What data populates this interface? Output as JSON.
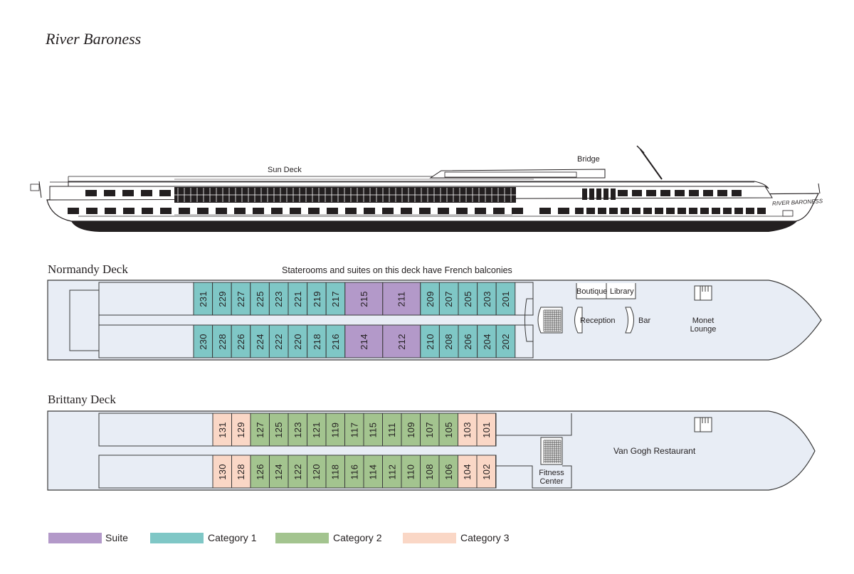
{
  "ship_name": "River Baroness",
  "profile": {
    "sun_deck_label": "Sun Deck",
    "bridge_label": "Bridge",
    "hull_name": "RIVER BARONESS"
  },
  "normandy": {
    "title": "Normandy Deck",
    "note": "Staterooms and suites on this deck have French balconies",
    "top_row": [
      {
        "num": "231",
        "cat": "category1"
      },
      {
        "num": "229",
        "cat": "category1"
      },
      {
        "num": "227",
        "cat": "category1"
      },
      {
        "num": "225",
        "cat": "category1"
      },
      {
        "num": "223",
        "cat": "category1"
      },
      {
        "num": "221",
        "cat": "category1"
      },
      {
        "num": "219",
        "cat": "category1"
      },
      {
        "num": "217",
        "cat": "category1"
      },
      {
        "num": "215",
        "cat": "suite"
      },
      {
        "num": "211",
        "cat": "suite"
      },
      {
        "num": "209",
        "cat": "category1"
      },
      {
        "num": "207",
        "cat": "category1"
      },
      {
        "num": "205",
        "cat": "category1"
      },
      {
        "num": "203",
        "cat": "category1"
      },
      {
        "num": "201",
        "cat": "category1"
      }
    ],
    "bottom_row": [
      {
        "num": "230",
        "cat": "category1"
      },
      {
        "num": "228",
        "cat": "category1"
      },
      {
        "num": "226",
        "cat": "category1"
      },
      {
        "num": "224",
        "cat": "category1"
      },
      {
        "num": "222",
        "cat": "category1"
      },
      {
        "num": "220",
        "cat": "category1"
      },
      {
        "num": "218",
        "cat": "category1"
      },
      {
        "num": "216",
        "cat": "category1"
      },
      {
        "num": "214",
        "cat": "suite"
      },
      {
        "num": "212",
        "cat": "suite"
      },
      {
        "num": "210",
        "cat": "category1"
      },
      {
        "num": "208",
        "cat": "category1"
      },
      {
        "num": "206",
        "cat": "category1"
      },
      {
        "num": "204",
        "cat": "category1"
      },
      {
        "num": "202",
        "cat": "category1"
      }
    ],
    "rooms": {
      "boutique": "Boutique",
      "library": "Library",
      "reception": "Reception",
      "bar": "Bar",
      "lounge_line1": "Monet",
      "lounge_line2": "Lounge"
    }
  },
  "brittany": {
    "title": "Brittany Deck",
    "top_row": [
      {
        "num": "131",
        "cat": "category3"
      },
      {
        "num": "129",
        "cat": "category3"
      },
      {
        "num": "127",
        "cat": "category2"
      },
      {
        "num": "125",
        "cat": "category2"
      },
      {
        "num": "123",
        "cat": "category2"
      },
      {
        "num": "121",
        "cat": "category2"
      },
      {
        "num": "119",
        "cat": "category2"
      },
      {
        "num": "117",
        "cat": "category2"
      },
      {
        "num": "115",
        "cat": "category2"
      },
      {
        "num": "111",
        "cat": "category2"
      },
      {
        "num": "109",
        "cat": "category2"
      },
      {
        "num": "107",
        "cat": "category2"
      },
      {
        "num": "105",
        "cat": "category2"
      },
      {
        "num": "103",
        "cat": "category3"
      },
      {
        "num": "101",
        "cat": "category3"
      }
    ],
    "bottom_row": [
      {
        "num": "130",
        "cat": "category3"
      },
      {
        "num": "128",
        "cat": "category3"
      },
      {
        "num": "126",
        "cat": "category2"
      },
      {
        "num": "124",
        "cat": "category2"
      },
      {
        "num": "122",
        "cat": "category2"
      },
      {
        "num": "120",
        "cat": "category2"
      },
      {
        "num": "118",
        "cat": "category2"
      },
      {
        "num": "116",
        "cat": "category2"
      },
      {
        "num": "114",
        "cat": "category2"
      },
      {
        "num": "112",
        "cat": "category2"
      },
      {
        "num": "110",
        "cat": "category2"
      },
      {
        "num": "108",
        "cat": "category2"
      },
      {
        "num": "106",
        "cat": "category2"
      },
      {
        "num": "104",
        "cat": "category3"
      },
      {
        "num": "102",
        "cat": "category3"
      }
    ],
    "rooms": {
      "restaurant": "Van Gogh Restaurant",
      "fitness_line1": "Fitness",
      "fitness_line2": "Center"
    }
  },
  "legend": [
    {
      "key": "suite",
      "label": "Suite"
    },
    {
      "key": "category1",
      "label": "Category 1"
    },
    {
      "key": "category2",
      "label": "Category 2"
    },
    {
      "key": "category3",
      "label": "Category 3"
    }
  ],
  "colors": {
    "suite": "#b399c9",
    "category1": "#7fc7c6",
    "category2": "#a3c48f",
    "category3": "#fad7c6",
    "deck_fill": "#e8edf5",
    "outline": "#3a3a3a",
    "hull": "#231f20"
  }
}
